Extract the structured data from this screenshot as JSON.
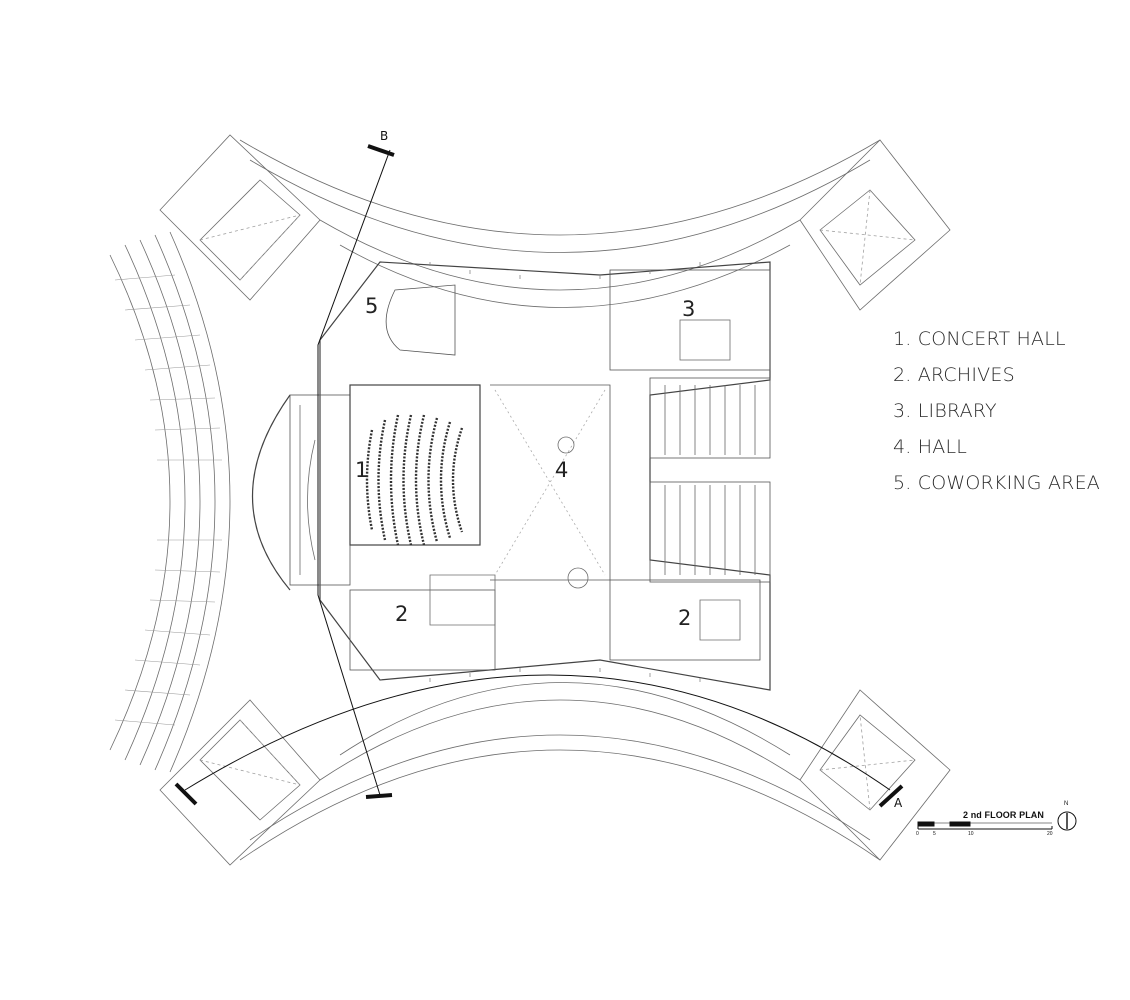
{
  "legend": [
    "1. CONCERT HALL",
    "2. ARCHIVES",
    "3. LIBRARY",
    "4. HALL",
    "5. COWORKING AREA"
  ],
  "room_labels": {
    "concert_hall": "1",
    "archives_west": "2",
    "archives_east": "2",
    "library": "3",
    "hall": "4",
    "coworking": "5"
  },
  "sections": {
    "a": "A",
    "b": "B"
  },
  "scale_bar": {
    "title": "2 nd FLOOR PLAN",
    "ticks": [
      "0",
      "5",
      "10",
      "20"
    ],
    "north": "N"
  }
}
